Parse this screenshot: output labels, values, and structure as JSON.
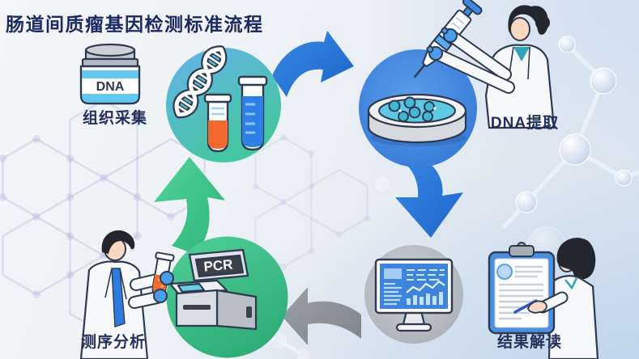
{
  "title": "肠道间质瘤基因检测标准流程",
  "steps": {
    "tissue_collection": {
      "label": "组织采集",
      "jar_text": "DNA"
    },
    "dna_extraction": {
      "label": "DNA提取"
    },
    "sequencing_analysis": {
      "label": "测序分析",
      "machine_text": "PCR"
    },
    "result_interpretation": {
      "label": "结果解读"
    }
  },
  "flow": [
    {
      "from": "组织采集",
      "to": "DNA提取",
      "arrow": "blue-curved-right"
    },
    {
      "from": "DNA提取",
      "to": "数据分析显示器",
      "arrow": "blue-curved-down"
    },
    {
      "from": "数据分析显示器",
      "to": "测序分析",
      "arrow": "gray-left"
    },
    {
      "from": "测序分析",
      "to": "组织采集",
      "arrow": "green-curved-up"
    }
  ],
  "colors": {
    "title_text": "#1b2a60",
    "label_text": "#22305c",
    "arrow_blue": "#2b7de0",
    "arrow_green": "#3cc68c",
    "arrow_gray": "#8f969f",
    "hub_circle_top": "#66b2ec",
    "hub_circle_bottom": "#43c79e",
    "extraction_circle": "#4a90e2",
    "analysis_circle": "#b7bdc5",
    "sequencing_circle": "#3ec48e",
    "outline_navy": "#2d3a50"
  }
}
